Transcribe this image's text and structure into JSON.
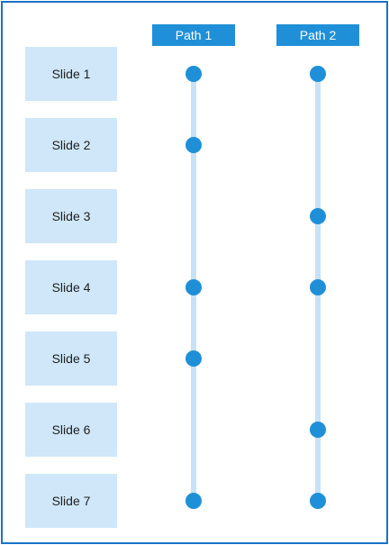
{
  "paths": [
    {
      "label": "Path 1",
      "slides": [
        "Slide 1",
        "Slide 2",
        "Slide 4",
        "Slide 5",
        "Slide 7"
      ]
    },
    {
      "label": "Path 2",
      "slides": [
        "Slide 1",
        "Slide 3",
        "Slide 4",
        "Slide 6",
        "Slide 7"
      ]
    }
  ],
  "slides": [
    "Slide 1",
    "Slide 2",
    "Slide 3",
    "Slide 4",
    "Slide 5",
    "Slide 6",
    "Slide 7"
  ],
  "colors": {
    "frame_border": "#1a73c9",
    "slide_fill": "#cfe7f8",
    "header_fill": "#1f90d8",
    "track": "#c6e2f7",
    "node": "#1f90d8"
  }
}
